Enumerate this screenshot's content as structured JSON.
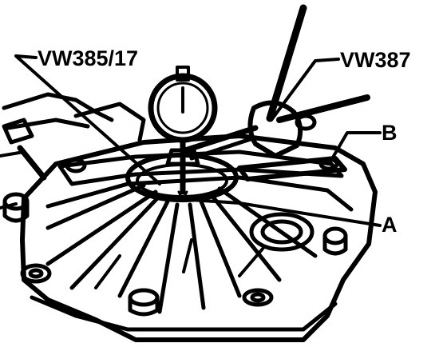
{
  "callouts": {
    "tool_vw385": "VW385/17",
    "tool_vw387": "VW387",
    "point_b": "B",
    "point_a": "A"
  },
  "colors": {
    "ink": "#000000",
    "paper": "#ffffff"
  },
  "icons": {
    "dial_indicator": "dial-gauge-icon"
  }
}
